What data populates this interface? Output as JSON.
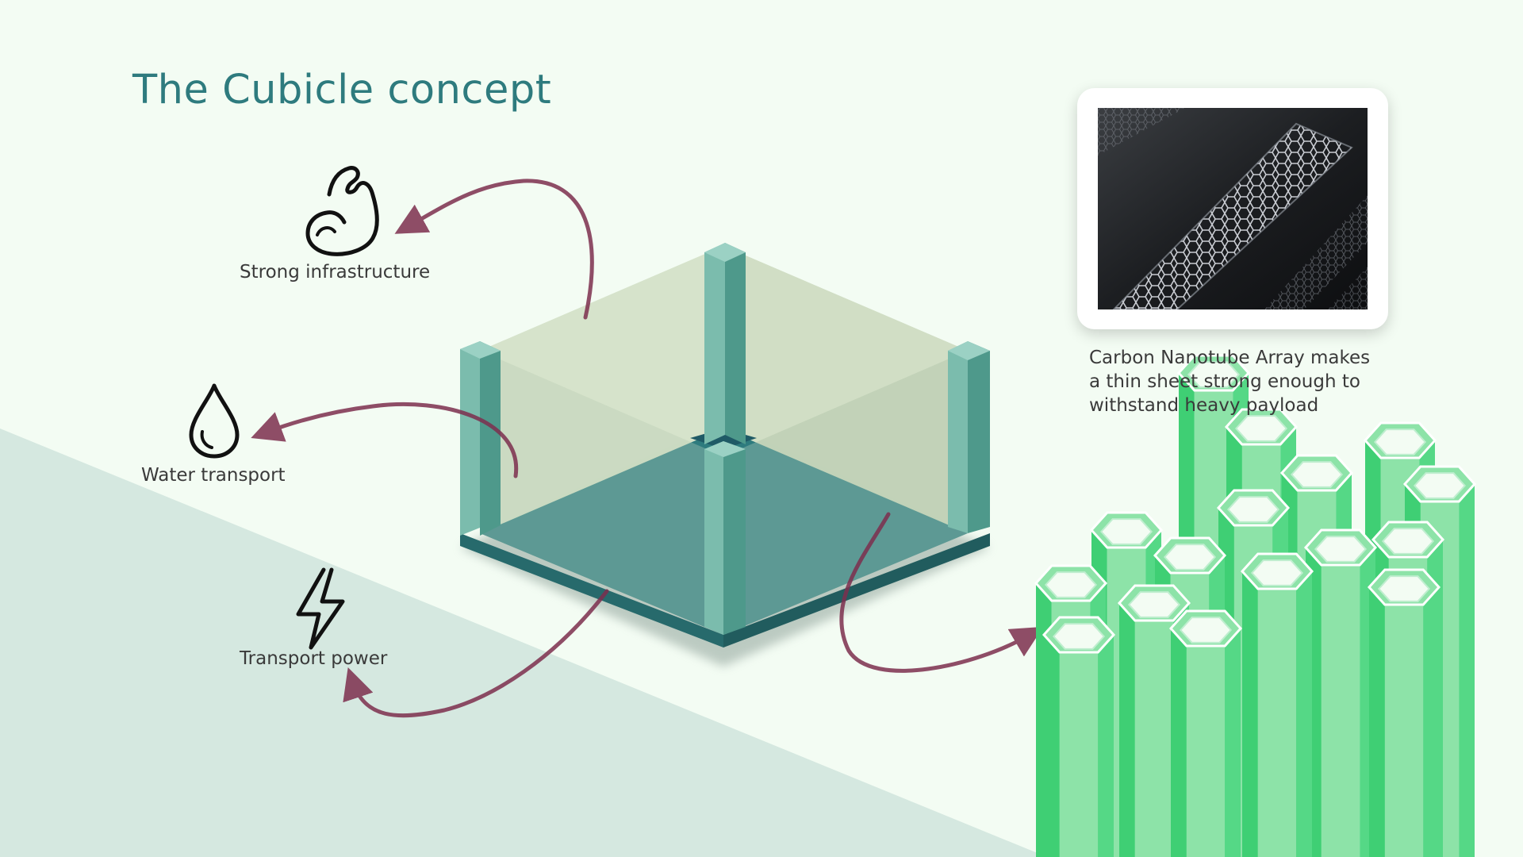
{
  "title": "The Cubicle concept",
  "features": [
    {
      "label": "Strong infrastructure",
      "icon": "flexed-arm-icon"
    },
    {
      "label": "Water transport",
      "icon": "water-drop-icon"
    },
    {
      "label": "Transport power",
      "icon": "lightning-bolt-icon"
    }
  ],
  "nanotube": {
    "image": "carbon-nanotube-photo",
    "caption_lines": [
      "Carbon Nanotube Array makes",
      "a thin sheet strong enough to",
      "withstand heavy payload"
    ]
  },
  "colors": {
    "background": "#f3fcf3",
    "lower_band": "#d5e8e0",
    "title": "#2e7b7e",
    "cube_floor": "#2e7b7e",
    "cube_pillar": "#7bbcad",
    "arrow": "#7d2f4e",
    "honeycomb": "#4ed27e"
  }
}
